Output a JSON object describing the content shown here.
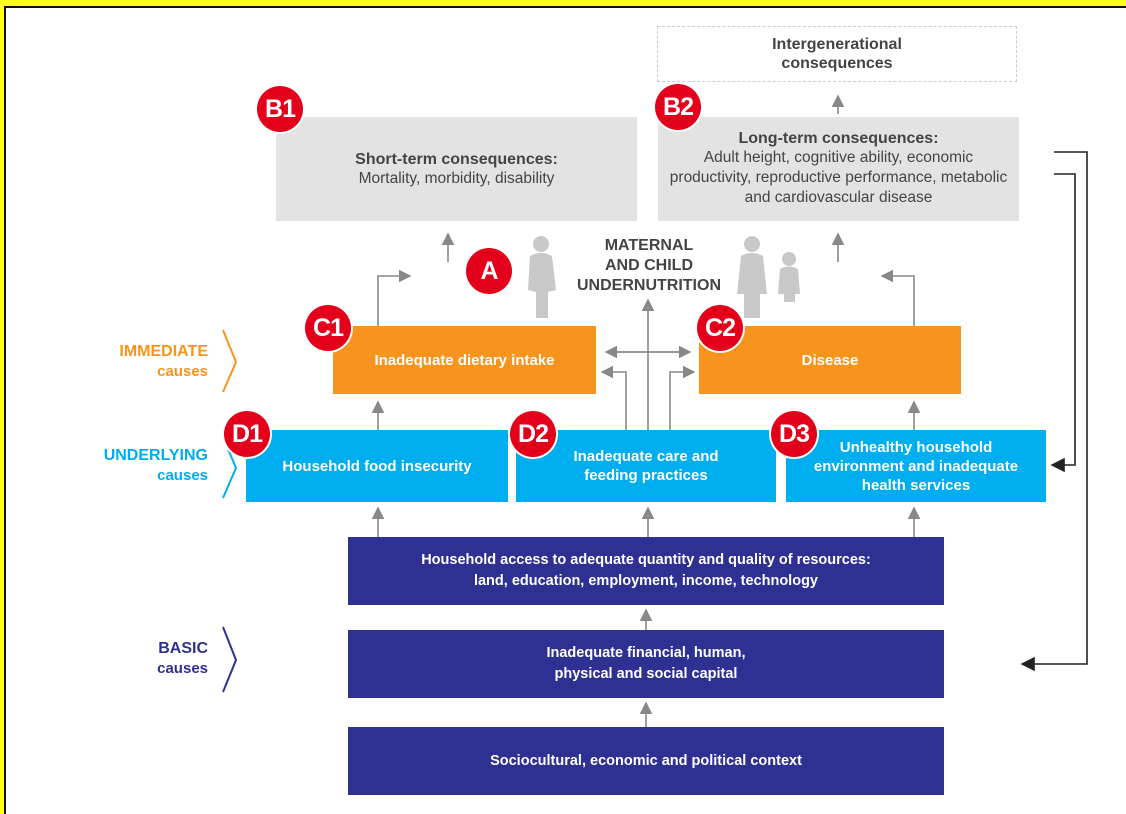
{
  "intergenerational": {
    "text": "Intergenerational\nconsequences"
  },
  "short_term": {
    "title": "Short-term consequences:",
    "body": "Mortality, morbidity, disability"
  },
  "long_term": {
    "title": "Long-term consequences:",
    "body": "Adult height, cognitive ability, economic productivity, reproductive performance, metabolic and cardiovascular disease"
  },
  "center_title": "MATERNAL\nAND CHILD\nUNDERNUTRITION",
  "immediate": {
    "label": "IMMEDIATE",
    "sub": "causes",
    "color": "#f7941d",
    "dietary": "Inadequate dietary intake",
    "disease": "Disease"
  },
  "underlying": {
    "label": "UNDERLYING",
    "sub": "causes",
    "color": "#00aeef",
    "food": "Household food insecurity",
    "care": "Inadequate care and feeding practices",
    "environment": "Unhealthy household environment and inadequate health services"
  },
  "basic": {
    "label": "BASIC",
    "sub": "causes",
    "color": "#2e3192",
    "access": "Household access to adequate quantity and quality of resources:\nland, education, employment, income, technology",
    "capital": "Inadequate financial, human,\nphysical and social capital",
    "context": "Sociocultural, economic and political context"
  },
  "badges": {
    "a": "A",
    "b1": "B1",
    "b2": "B2",
    "c1": "C1",
    "c2": "C2",
    "d1": "D1",
    "d2": "D2",
    "d3": "D3"
  }
}
